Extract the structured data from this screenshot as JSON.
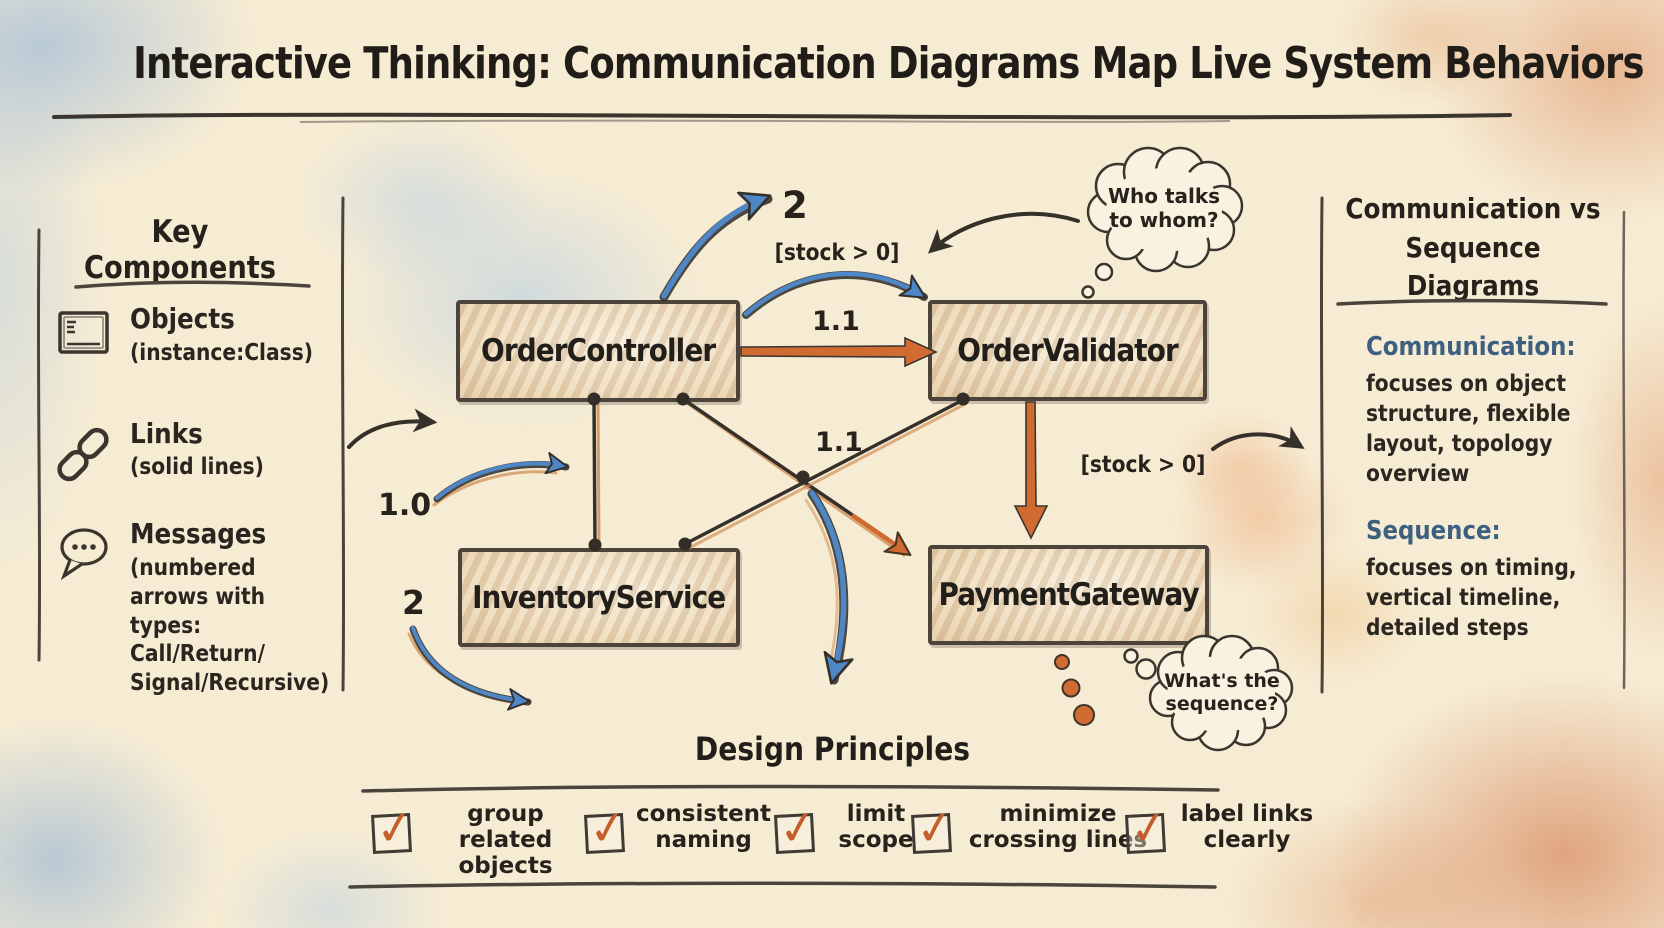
{
  "title": "Interactive Thinking: Communication Diagrams Map Live System Behaviors",
  "key_components": {
    "heading": "Key Components",
    "items": [
      {
        "icon": "object-box-icon",
        "label": "Objects",
        "sub": "(instance:Class)"
      },
      {
        "icon": "chain-link-icon",
        "label": "Links",
        "sub": "(solid lines)"
      },
      {
        "icon": "message-bubble-icon",
        "label": "Messages",
        "sub": "(numbered arrows with types: Call/Return/ Signal/Recursive)"
      }
    ]
  },
  "diagram": {
    "boxes": [
      {
        "label": "OrderController"
      },
      {
        "label": "OrderValidator"
      },
      {
        "label": "InventoryService"
      },
      {
        "label": "PaymentGateway"
      }
    ],
    "labels": {
      "msg2_top": "2",
      "guard_top": "[stock > 0]",
      "msg11_top": "1.1",
      "msg11_mid": "1.1",
      "guard_right": "[stock > 0]",
      "msg10": "1.0",
      "msg2_left": "2"
    },
    "thought_who": "Who talks to whom?",
    "thought_sequence": "What's the sequence?"
  },
  "comparison": {
    "heading_line1": "Communication vs",
    "heading_line2": "Sequence Diagrams",
    "communication_label": "Communication:",
    "communication_body": "focuses on object structure, flexible layout, topology overview",
    "sequence_label": "Sequence:",
    "sequence_body": "focuses on timing, vertical timeline, detailed steps"
  },
  "design_principles": {
    "heading": "Design Principles",
    "items": [
      "group related objects",
      "consistent naming",
      "limit scope",
      "minimize crossing lines",
      "label links clearly"
    ]
  },
  "colors": {
    "paper": "#f6ecd4",
    "ink": "#35302a",
    "arrow_orange": "#cf6a31",
    "arrow_blue": "#4f86c6",
    "heading_blue": "#3d5f80",
    "check_orange": "#c45f2b"
  }
}
